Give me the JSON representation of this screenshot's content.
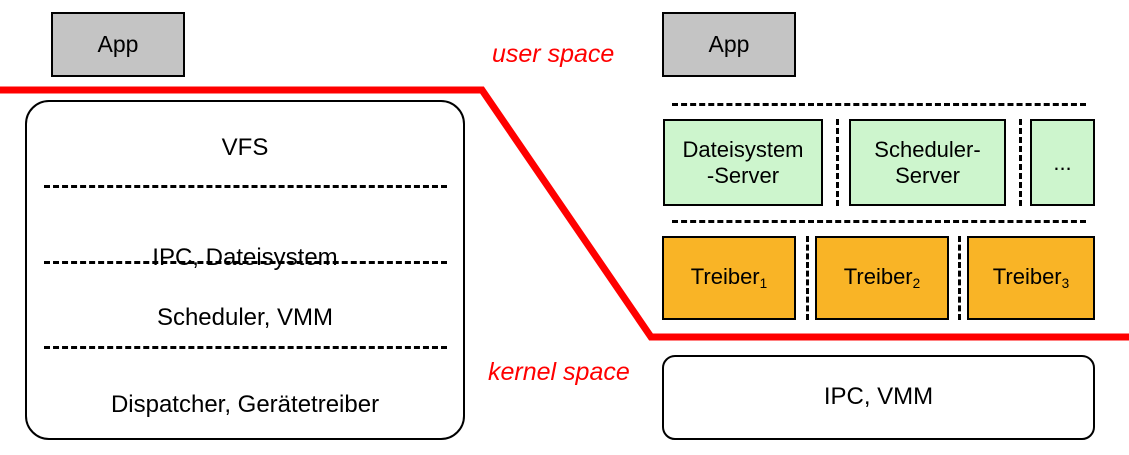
{
  "diagram": {
    "title": "Monolithic kernel vs. microkernel architecture",
    "colors": {
      "app_fill": "#c4c4c4",
      "server_fill": "#cdf5cd",
      "driver_fill": "#f9b426",
      "boundary_line": "#ff0000",
      "box_stroke": "#000000",
      "background": "#ffffff"
    }
  },
  "labels": {
    "user_space": "user space",
    "kernel_space": "kernel space"
  },
  "monolithic": {
    "app": "App",
    "layers": [
      {
        "label": "VFS"
      },
      {
        "label": "IPC, Dateisystem"
      },
      {
        "label": "Scheduler, VMM"
      },
      {
        "label": "Dispatcher, Gerätetreiber"
      }
    ]
  },
  "microkernel": {
    "app": "App",
    "servers": [
      {
        "line1": "Dateisystem",
        "line2": "-Server"
      },
      {
        "line1": "Scheduler-",
        "line2": "Server"
      },
      {
        "line1": "...",
        "line2": ""
      }
    ],
    "drivers": [
      {
        "name": "Treiber",
        "index": "1"
      },
      {
        "name": "Treiber",
        "index": "2"
      },
      {
        "name": "Treiber",
        "index": "3"
      }
    ],
    "kernel": "IPC, VMM"
  }
}
